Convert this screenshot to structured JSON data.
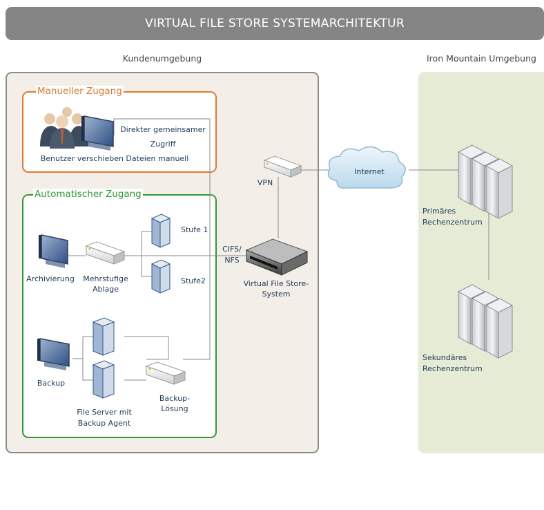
{
  "title": "VIRTUAL FILE STORE SYSTEMARCHITEKTUR",
  "environments": {
    "customer": "Kundenumgebung",
    "iron_mountain": "Iron Mountain Umgebung"
  },
  "zones": {
    "manual": "Manueller Zugang",
    "automatic": "Automatischer  Zugang"
  },
  "labels": {
    "users_manual": "Benutzer verschieben Dateien manuell",
    "direct_access_line1": "Direkter gemeinsamer",
    "direct_access_line2": "Zugriff",
    "vpn": "VPN",
    "internet": "Internet",
    "primary_dc_line1": "Primäres",
    "primary_dc_line2": "Rechenzentrum",
    "secondary_dc_line1": "Sekundäres",
    "secondary_dc_line2": "Rechenzentrum",
    "tier1": "Stufe 1",
    "tier2": "Stufe2",
    "archiving": "Archivierung",
    "multitier_line1": "Mehrstufige",
    "multitier_line2": "Ablage",
    "cifs_line1": "CIFS/",
    "cifs_line2": "NFS",
    "vfs_line1": "Virtual File Store-",
    "vfs_line2": "System",
    "backup": "Backup",
    "file_server_line1": "File Server mit",
    "file_server_line2": "Backup Agent",
    "backup_solution_line1": "Backup-",
    "backup_solution_line2": "Lösung"
  },
  "colors": {
    "title_bar": "#858585",
    "manual_zone": "#dd7b2a",
    "automatic_zone": "#2f9a35",
    "customer_bg": "#f3efe8",
    "iron_mountain_bg": "#e6ebd6",
    "label_text": "#1f3a5a"
  }
}
